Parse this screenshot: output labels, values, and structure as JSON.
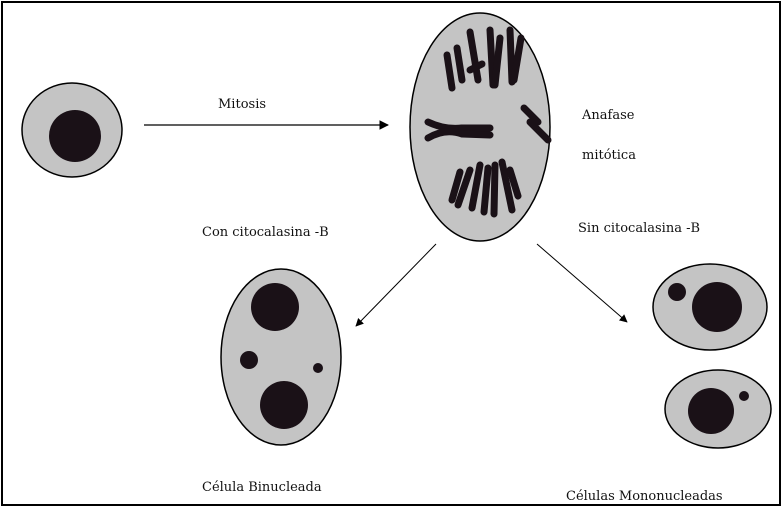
{
  "labels": {
    "mitosis": "Mitosis",
    "anafase_line1": "Anafase",
    "anafase_line2": "mitótica",
    "con": "Con citocalasina -B",
    "sin": "Sin citocalasina -B",
    "binucleada": "Célula Binucleada",
    "mononucleadas": "Células Mononucleadas"
  },
  "colors": {
    "cytoplasm": "#c4c4c4",
    "nucleus": "#1a1117",
    "outline": "#000000",
    "background": "#ffffff"
  }
}
